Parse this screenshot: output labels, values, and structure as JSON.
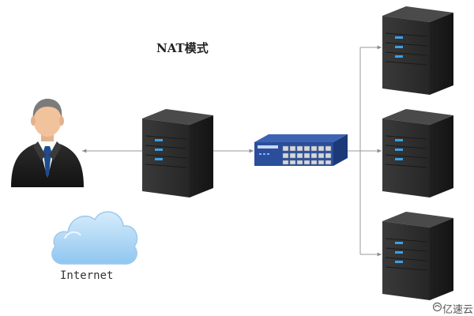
{
  "diagram": {
    "title": "NAT模式",
    "internet_label": "Internet",
    "watermark_text": "亿速云",
    "colors": {
      "server_body": "#2b2b2b",
      "server_led": "#3aa0e6",
      "switch_body": "#2a4e9a",
      "cloud": "#a9d4f5",
      "line": "#9a9a9a"
    },
    "nodes": [
      {
        "id": "client",
        "icon": "user-icon"
      },
      {
        "id": "nat-server",
        "icon": "server-icon"
      },
      {
        "id": "switch",
        "icon": "switch-icon"
      },
      {
        "id": "backend-server-1",
        "icon": "server-icon"
      },
      {
        "id": "backend-server-2",
        "icon": "server-icon"
      },
      {
        "id": "backend-server-3",
        "icon": "server-icon"
      },
      {
        "id": "internet",
        "icon": "cloud-icon"
      }
    ],
    "edges": [
      {
        "from": "nat-server",
        "to": "client"
      },
      {
        "from": "nat-server",
        "to": "switch"
      },
      {
        "from": "switch",
        "to": "backend-server-1"
      },
      {
        "from": "switch",
        "to": "backend-server-2"
      },
      {
        "from": "switch",
        "to": "backend-server-3"
      }
    ]
  }
}
